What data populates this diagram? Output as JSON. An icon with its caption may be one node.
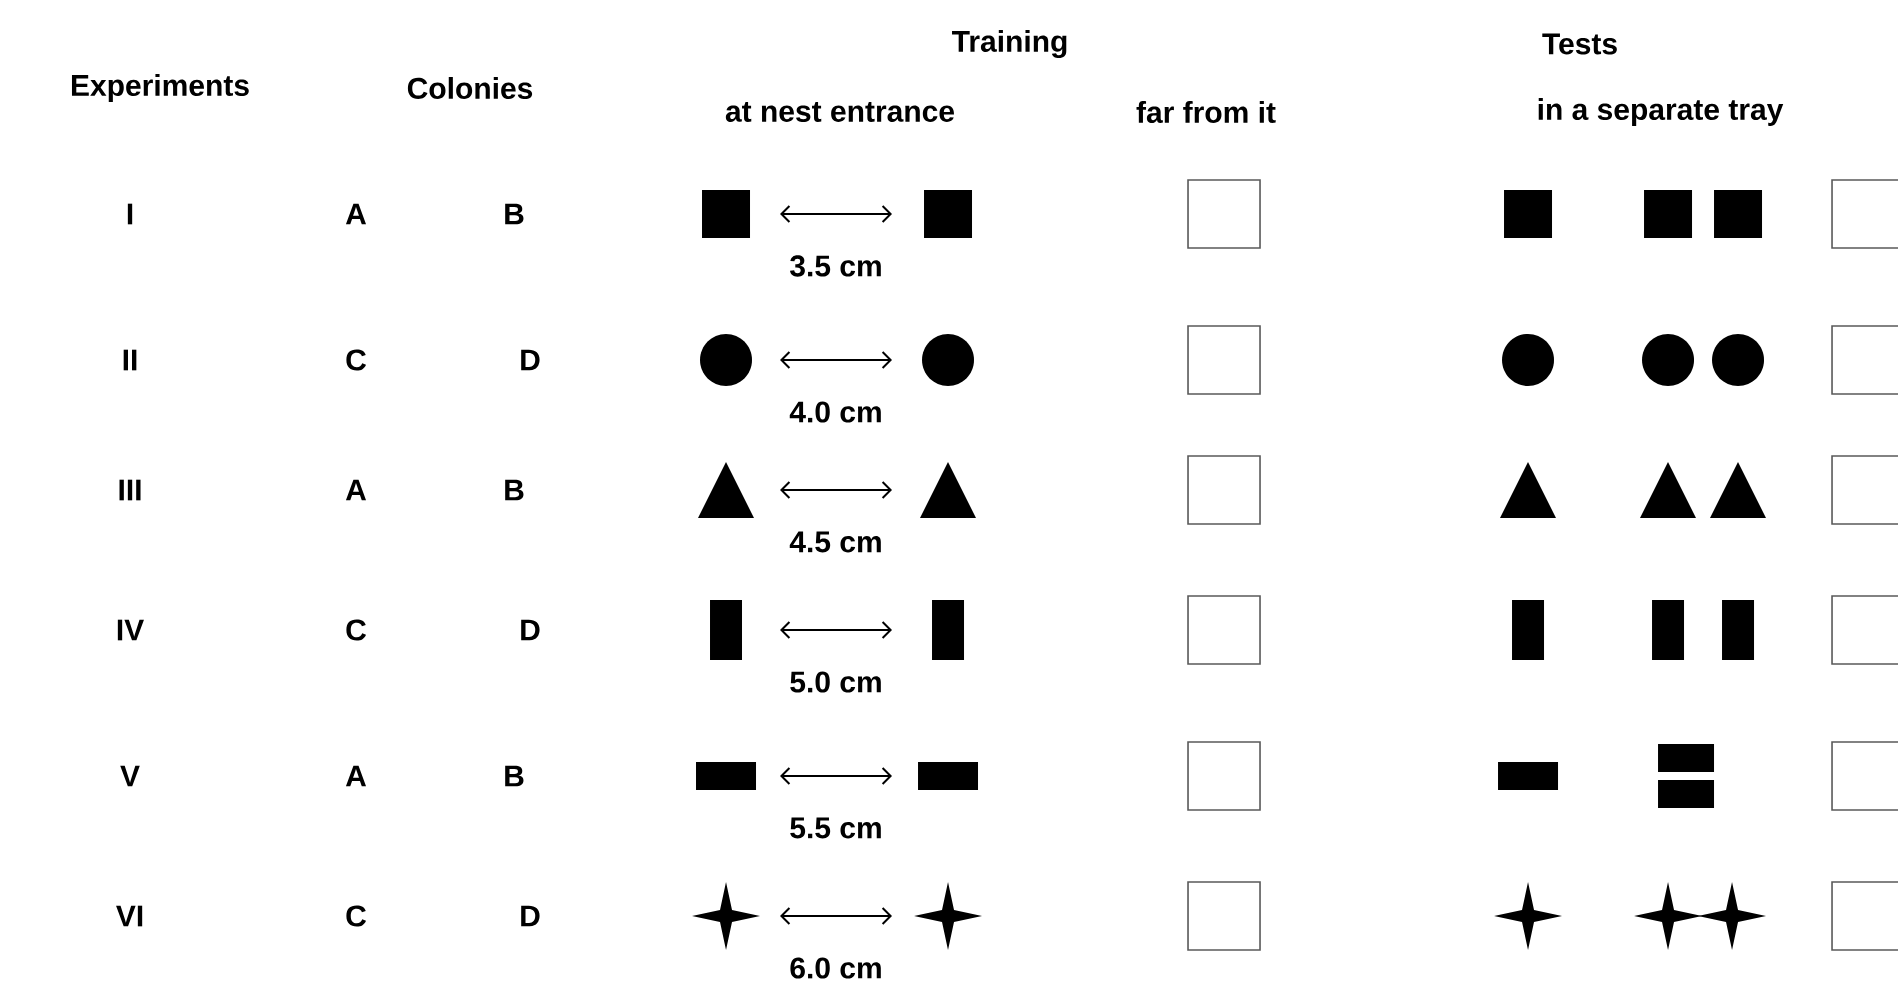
{
  "diagram": {
    "labels": [
      "Training",
      "Tests",
      "Experiments",
      "Colonies",
      "at nest entrance",
      "far from it",
      "in a separate tray",
      "I",
      "A",
      "B",
      "3.5 cm",
      "II",
      "C",
      "D",
      "4.0 cm",
      "III",
      "A",
      "B",
      "4.5 cm",
      "IV",
      "C",
      "D",
      "5.0 cm",
      "V",
      "A",
      "B",
      "5.5 cm",
      "VI",
      "C",
      "D",
      "6.0 cm"
    ]
  }
}
